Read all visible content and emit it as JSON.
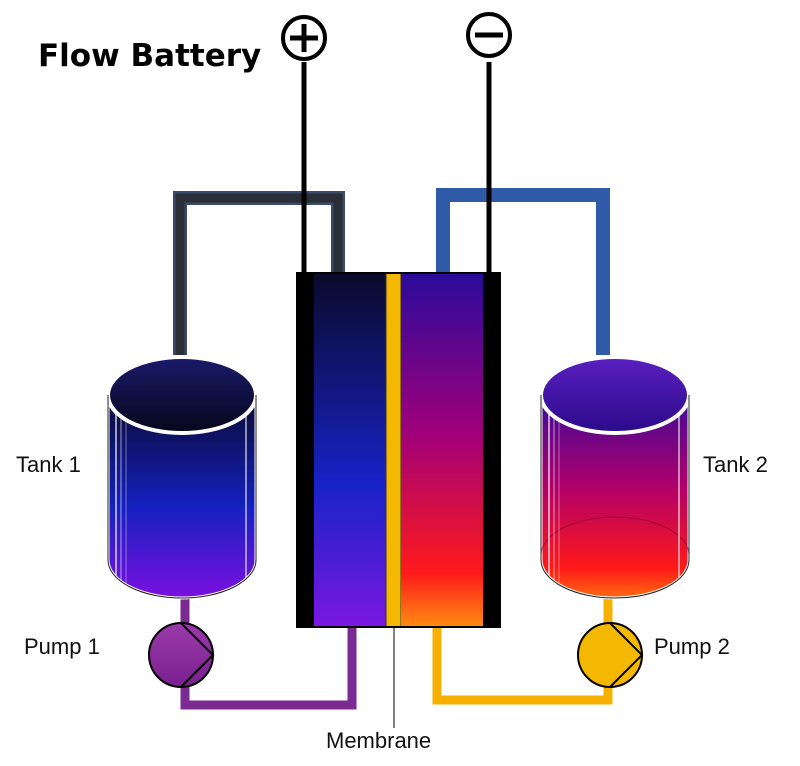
{
  "title": "Flow Battery",
  "terminals": {
    "positive_symbol": "+",
    "negative_symbol": "−"
  },
  "labels": {
    "tank1": "Tank 1",
    "tank2": "Tank 2",
    "pump1": "Pump 1",
    "pump2": "Pump 2",
    "membrane": "Membrane"
  },
  "colors": {
    "tank1_top": "#0a0a2e",
    "tank1_mid": "#1520c0",
    "tank1_bottom": "#7a10e0",
    "tank2_top": "#3a0a9a",
    "tank2_mid": "#b0006a",
    "tank2_bottom": "#ff1818",
    "membrane": "#f5b800",
    "pipe_left_upper": "#2a2e36",
    "pipe_right_upper": "#2f5aa8",
    "pipe_left_lower": "#7a2a90",
    "pipe_right_lower": "#f5b000",
    "pump1": "#8a2a9a",
    "pump2": "#f5b800",
    "electrode": "#000000"
  }
}
